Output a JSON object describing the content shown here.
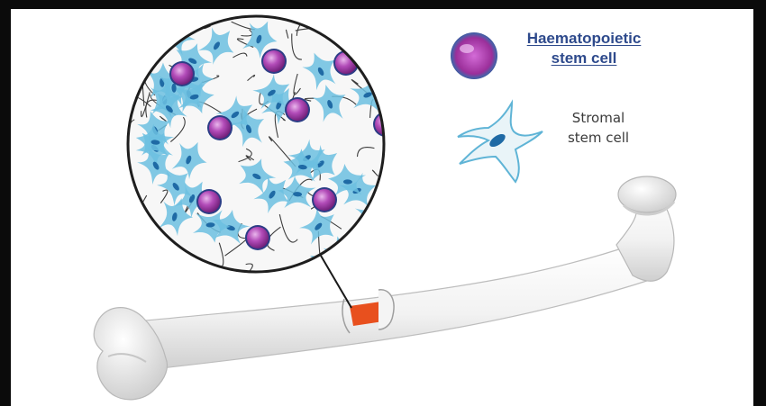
{
  "legend": {
    "haematopoietic": {
      "line1": "Haematopoietic",
      "line2": "stem cell",
      "icon": "purple-round-cell",
      "color": "#9b2f9a"
    },
    "stromal": {
      "line1": "Stromal",
      "line2": "stem cell",
      "icon": "blue-star-cell",
      "color": "#5fb4d6"
    }
  },
  "colors": {
    "bone": "#ececec",
    "marrow_window": "#e8501e",
    "stromal_fiber": "#6cbfe0",
    "stromal_nucleus": "#1f6aa5",
    "collagen_fiber": "#3d3d3d",
    "hsc_cell": "#a23aa8",
    "label_blue": "#2e4a8c"
  }
}
